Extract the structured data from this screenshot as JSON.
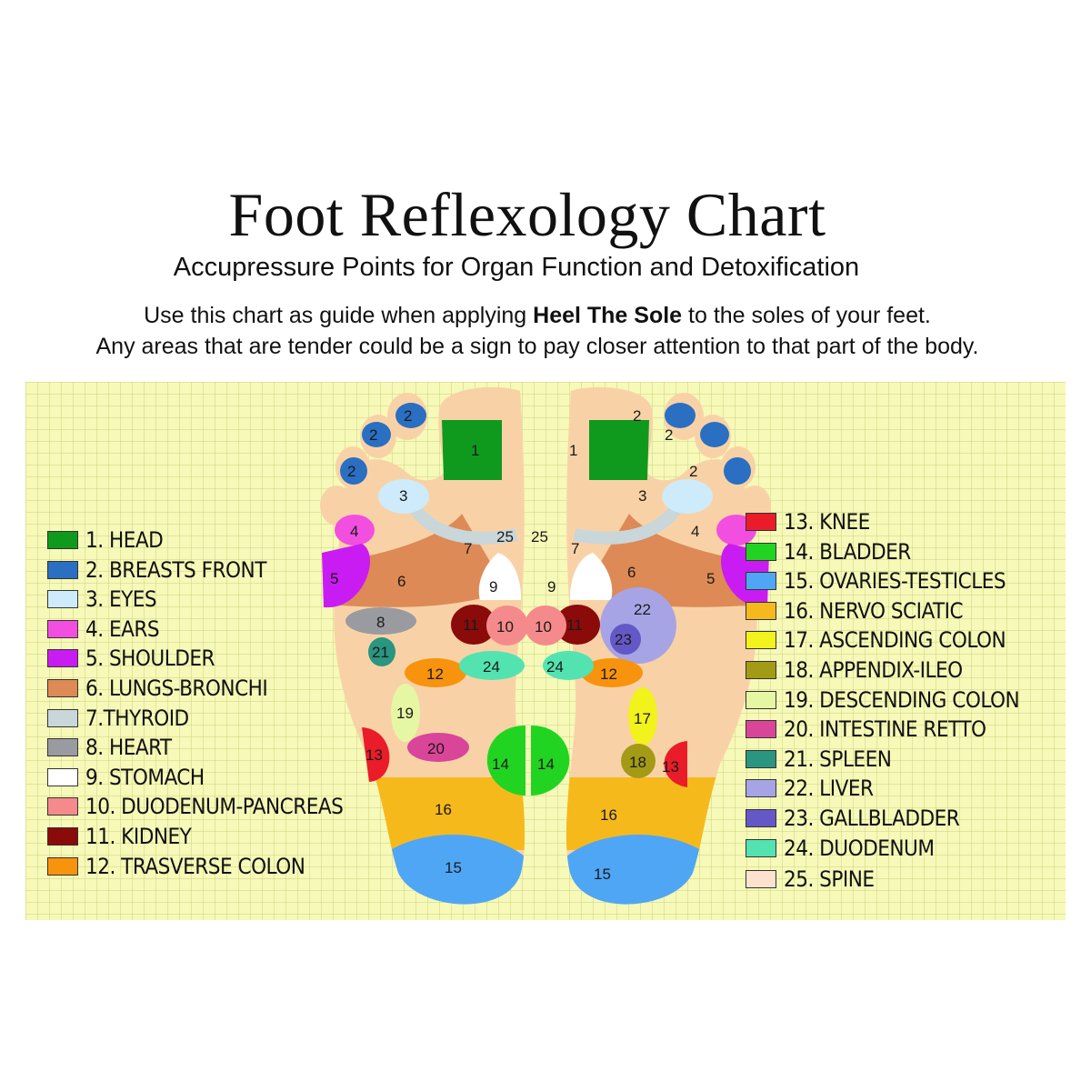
{
  "title": "Foot Reflexology Chart",
  "subtitle": "Accupressure Points for Organ Function and Detoxification",
  "intro": {
    "line1_before": "Use this chart as guide when applying ",
    "line1_bold": "Heel The Sole",
    "line1_after": " to the soles of your feet.",
    "line2": "Any areas that are tender could be a sign to pay closer attention to that part of the body."
  },
  "legend_left": [
    {
      "label": "1. HEAD",
      "color": "#0f9a1e"
    },
    {
      "label": "2. BREASTS FRONT",
      "color": "#2a6fc2"
    },
    {
      "label": "3. EYES",
      "color": "#cdebfa"
    },
    {
      "label": "4. EARS",
      "color": "#f24ee0"
    },
    {
      "label": "5. SHOULDER",
      "color": "#c91cf2"
    },
    {
      "label": "6. LUNGS-BRONCHI",
      "color": "#dd8a56"
    },
    {
      "label": "7.THYROID",
      "color": "#c9d6da"
    },
    {
      "label": "8. HEART",
      "color": "#9a9ba1"
    },
    {
      "label": "9. STOMACH",
      "color": "#ffffff"
    },
    {
      "label": "10. DUODENUM-PANCREAS",
      "color": "#f58a8c"
    },
    {
      "label": "11. KIDNEY",
      "color": "#8b0a0a"
    },
    {
      "label": "12. TRASVERSE COLON",
      "color": "#f7930d"
    }
  ],
  "legend_right": [
    {
      "label": "13. KNEE",
      "color": "#ea1c2a"
    },
    {
      "label": "14. BLADDER",
      "color": "#22d422"
    },
    {
      "label": "15. OVARIES-TESTICLES",
      "color": "#4fa6f5"
    },
    {
      "label": "16. NERVO SCIATIC",
      "color": "#f6b91c"
    },
    {
      "label": "17. ASCENDING COLON",
      "color": "#f2f21c"
    },
    {
      "label": "18. APPENDIX-ILEO",
      "color": "#a39a16"
    },
    {
      "label": "19. DESCENDING COLON",
      "color": "#e6f7a4"
    },
    {
      "label": "20. INTESTINE RETTO",
      "color": "#d94599"
    },
    {
      "label": "21. SPLEEN",
      "color": "#2a9580"
    },
    {
      "label": "22. LIVER",
      "color": "#a7a4e6"
    },
    {
      "label": "23. GALLBLADDER",
      "color": "#6458c7"
    },
    {
      "label": "24. DUODENUM",
      "color": "#52e3b0"
    },
    {
      "label": "25. SPINE",
      "color": "#fde3ce"
    }
  ],
  "zone_numbers": {
    "n1": "1",
    "n2": "2",
    "n3": "3",
    "n4": "4",
    "n5": "5",
    "n6": "6",
    "n7": "7",
    "n8": "8",
    "n9": "9",
    "n10": "10",
    "n11": "11",
    "n12": "12",
    "n13": "13",
    "n14": "14",
    "n15": "15",
    "n16": "16",
    "n17": "17",
    "n18": "18",
    "n19": "19",
    "n20": "20",
    "n21": "21",
    "n22": "22",
    "n23": "23",
    "n24": "24",
    "n25": "25"
  },
  "colors": {
    "foot_skin": "#f8d2a6",
    "foot_skin_light": "#fbe0c2",
    "panel_background": "#f6f9b8",
    "text": "#111111"
  }
}
